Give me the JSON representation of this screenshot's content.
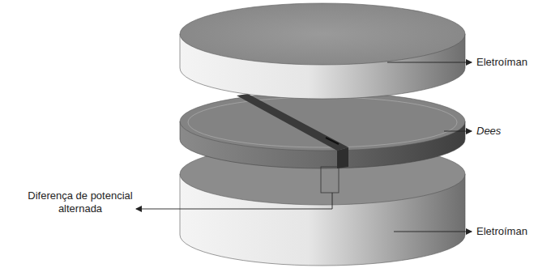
{
  "diagram": {
    "labels": [
      "Eletroíman",
      "Dees",
      "Eletroíman",
      "Diferença de potencial alternada"
    ]
  }
}
